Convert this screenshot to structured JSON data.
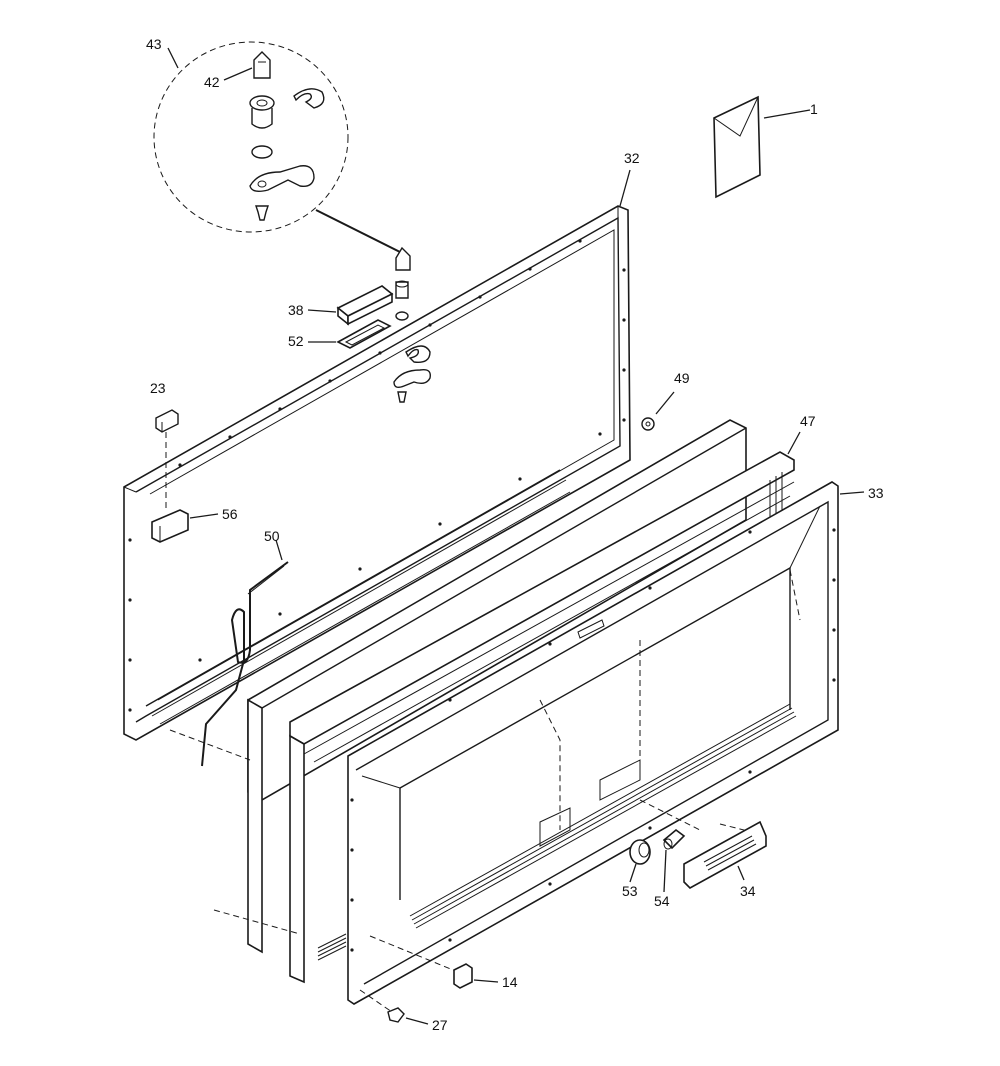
{
  "diagram": {
    "callouts": [
      "1",
      "14",
      "23",
      "27",
      "32",
      "33",
      "34",
      "38",
      "42",
      "43",
      "47",
      "49",
      "50",
      "52",
      "53",
      "54",
      "56"
    ]
  }
}
